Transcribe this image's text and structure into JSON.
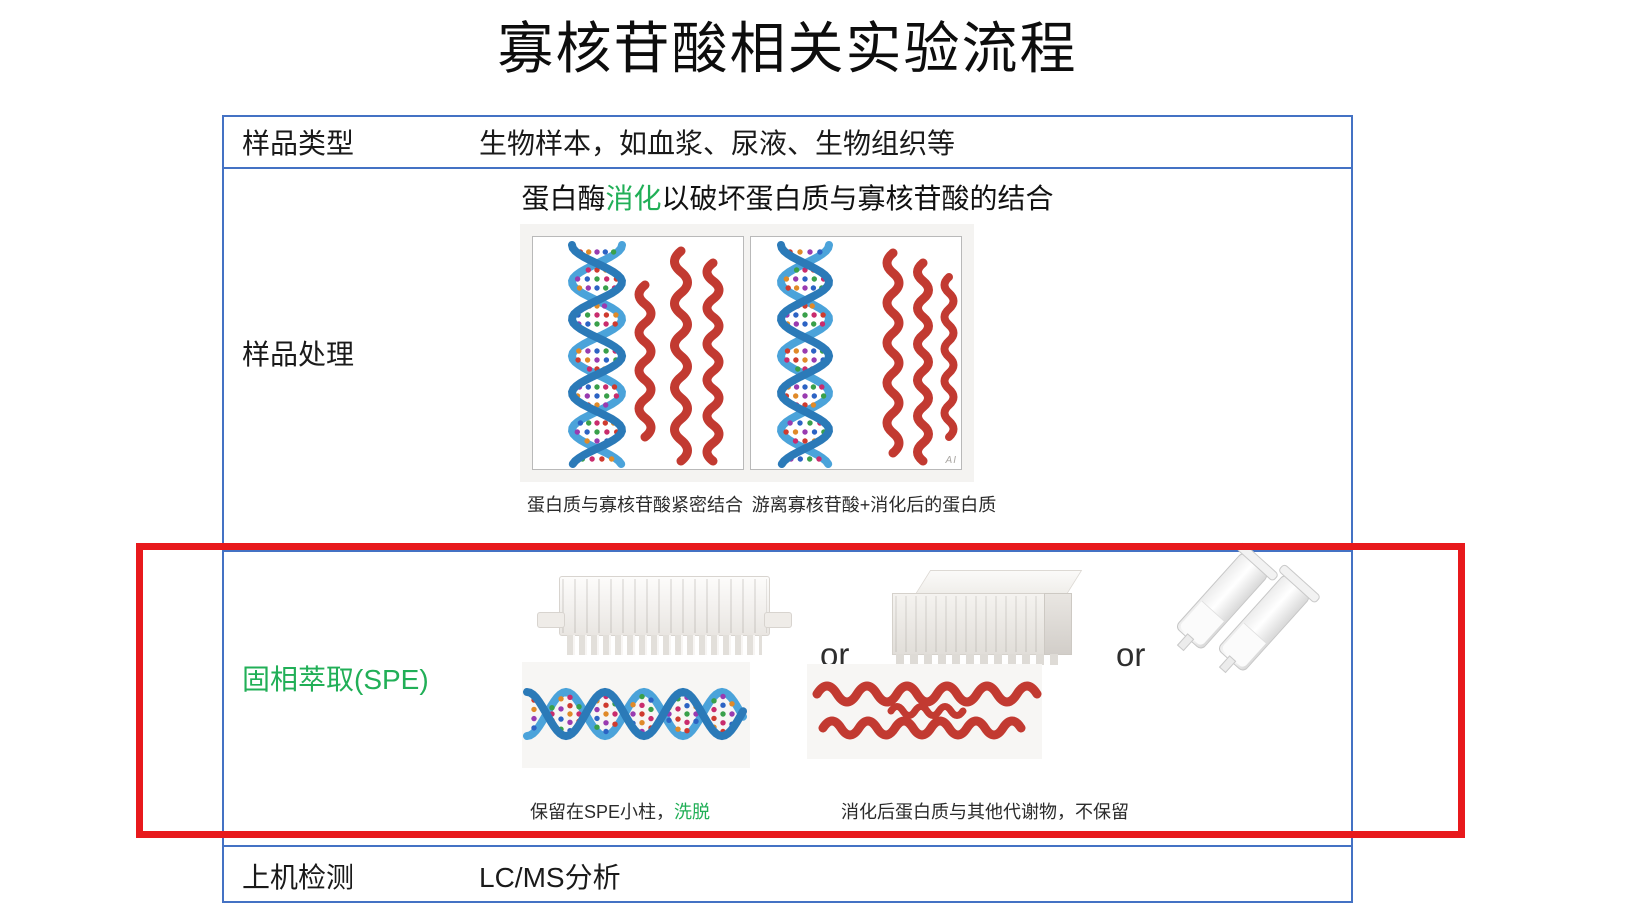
{
  "title": "寡核苷酸相关实验流程",
  "colors": {
    "green": "#21AF57",
    "table_border": "#4472C4",
    "highlight_box": "#E8191C"
  },
  "rows": {
    "sample_type": {
      "label": "样品类型",
      "value": "生物样本，如血浆、尿液、生物组织等"
    },
    "sample_prep": {
      "label": "样品处理",
      "heading_prefix": "蛋白酶",
      "heading_highlight": "消化",
      "heading_suffix": "以破坏蛋白质与寡核苷酸的结合",
      "caption_bound": "蛋白质与寡核苷酸紧密结合",
      "caption_free": "游离寡核苷酸+消化后的蛋白质",
      "watermark": "AI"
    },
    "spe": {
      "label": "固相萃取(SPE)",
      "or_label": "or",
      "caption_retain_prefix": "保留在SPE小柱，",
      "caption_retain_highlight": "洗脱",
      "caption_discard": "消化后蛋白质与其他代谢物，不保留"
    },
    "detection": {
      "label": "上机检测",
      "value": "LC/MS分析"
    }
  }
}
